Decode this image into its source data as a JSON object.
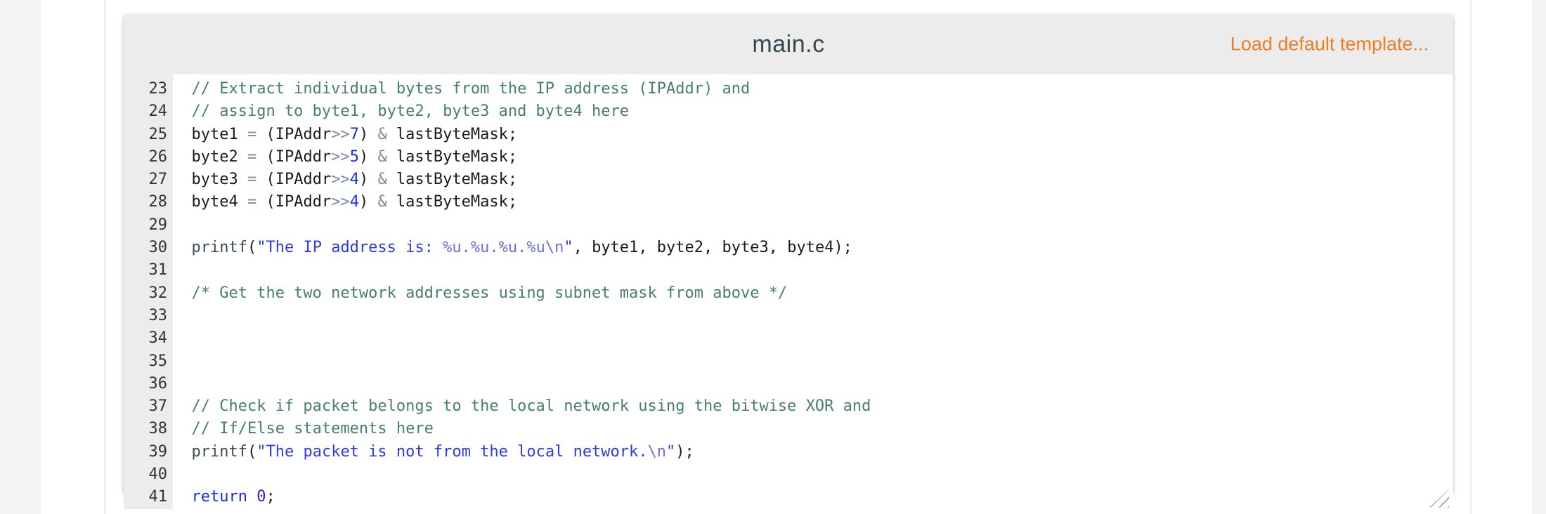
{
  "page": {
    "background": "#f4f4f4"
  },
  "editor": {
    "title": "main.c",
    "action_link": "Load default template...",
    "first_line_number": 23,
    "colors": {
      "page-bg": "#f4f4f4",
      "edge-line": "#e8eaec",
      "header-bg": "#ececec",
      "gutter-bg": "#ececec",
      "title-color": "#37474f",
      "link-color": "#ef7d22",
      "linenum-color": "#333333",
      "plain-color": "#1b1b1b",
      "comment-color": "#458069",
      "string-color": "#2c3be2",
      "string2-color": "#6e71dd",
      "number-color": "#1c2af0",
      "keyword-color": "#1b2ce8",
      "builtin-color": "#3d4f5c",
      "operator-color": "#7b8ba2"
    },
    "lines": [
      {
        "n": 23,
        "tokens": [
          [
            "comment",
            "  // Extract individual bytes from the IP address (IPAddr) and"
          ]
        ]
      },
      {
        "n": 24,
        "tokens": [
          [
            "comment",
            "  // assign to byte1, byte2, byte3 and byte4 here"
          ]
        ]
      },
      {
        "n": 25,
        "tokens": [
          [
            "plain",
            "  byte1 "
          ],
          [
            "operator",
            "="
          ],
          [
            "plain",
            " (IPAddr"
          ],
          [
            "operator",
            ">>"
          ],
          [
            "number",
            "7"
          ],
          [
            "plain",
            ") "
          ],
          [
            "operator",
            "&"
          ],
          [
            "plain",
            " lastByteMask;"
          ]
        ]
      },
      {
        "n": 26,
        "tokens": [
          [
            "plain",
            "  byte2 "
          ],
          [
            "operator",
            "="
          ],
          [
            "plain",
            " (IPAddr"
          ],
          [
            "operator",
            ">>"
          ],
          [
            "number",
            "5"
          ],
          [
            "plain",
            ") "
          ],
          [
            "operator",
            "&"
          ],
          [
            "plain",
            " lastByteMask;"
          ]
        ]
      },
      {
        "n": 27,
        "tokens": [
          [
            "plain",
            "  byte3 "
          ],
          [
            "operator",
            "="
          ],
          [
            "plain",
            " (IPAddr"
          ],
          [
            "operator",
            ">>"
          ],
          [
            "number",
            "4"
          ],
          [
            "plain",
            ") "
          ],
          [
            "operator",
            "&"
          ],
          [
            "plain",
            " lastByteMask;"
          ]
        ]
      },
      {
        "n": 28,
        "tokens": [
          [
            "plain",
            "  byte4 "
          ],
          [
            "operator",
            "="
          ],
          [
            "plain",
            " (IPAddr"
          ],
          [
            "operator",
            ">>"
          ],
          [
            "number",
            "4"
          ],
          [
            "plain",
            ") "
          ],
          [
            "operator",
            "&"
          ],
          [
            "plain",
            " lastByteMask;"
          ]
        ]
      },
      {
        "n": 29,
        "tokens": []
      },
      {
        "n": 30,
        "tokens": [
          [
            "plain",
            "  "
          ],
          [
            "builtin",
            "printf"
          ],
          [
            "plain",
            "("
          ],
          [
            "string",
            "\"The IP address is: "
          ],
          [
            "string2",
            "%u.%u.%u.%u\\n"
          ],
          [
            "string",
            "\""
          ],
          [
            "plain",
            ", byte1, byte2, byte3, byte4);"
          ]
        ]
      },
      {
        "n": 31,
        "tokens": []
      },
      {
        "n": 32,
        "tokens": [
          [
            "comment",
            "  /* Get the two network addresses using subnet mask from above */"
          ]
        ]
      },
      {
        "n": 33,
        "tokens": []
      },
      {
        "n": 34,
        "tokens": []
      },
      {
        "n": 35,
        "tokens": []
      },
      {
        "n": 36,
        "tokens": []
      },
      {
        "n": 37,
        "tokens": [
          [
            "comment",
            "  // Check if packet belongs to the local network using the bitwise XOR and"
          ]
        ]
      },
      {
        "n": 38,
        "tokens": [
          [
            "comment",
            "  // If/Else statements here"
          ]
        ]
      },
      {
        "n": 39,
        "tokens": [
          [
            "plain",
            "  "
          ],
          [
            "builtin",
            "printf"
          ],
          [
            "plain",
            "("
          ],
          [
            "string",
            "\"The packet is not from the local network."
          ],
          [
            "string2",
            "\\n"
          ],
          [
            "string",
            "\""
          ],
          [
            "plain",
            ");"
          ]
        ]
      },
      {
        "n": 40,
        "tokens": []
      },
      {
        "n": 41,
        "tokens": [
          [
            "plain",
            "  "
          ],
          [
            "keyword",
            "return"
          ],
          [
            "plain",
            " "
          ],
          [
            "number",
            "0"
          ],
          [
            "plain",
            ";"
          ]
        ]
      }
    ]
  }
}
